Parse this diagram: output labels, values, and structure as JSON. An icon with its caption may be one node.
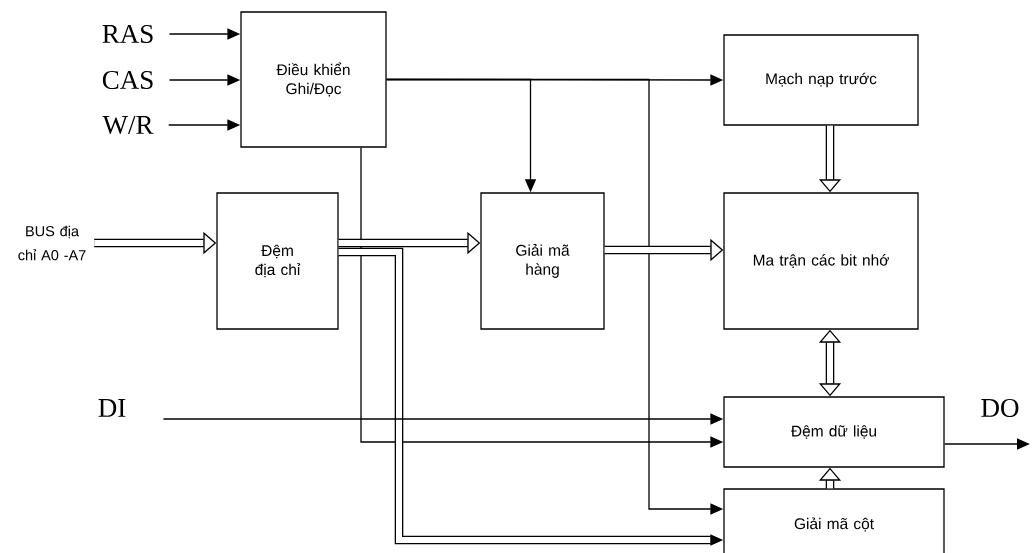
{
  "diagram": {
    "nodes": [
      {
        "text": [
          "RAS"
        ]
      },
      {
        "text": [
          "CAS"
        ]
      },
      {
        "text": [
          "W/R"
        ]
      },
      {
        "text": [
          "Điều khiển Ghi/Đọc"
        ]
      },
      {
        "text": [
          "BUS địa chỉ A0 -A7"
        ]
      },
      {
        "text": [
          "Đệm địa chỉ"
        ]
      },
      {
        "text": [
          "Giải mã hàng"
        ]
      },
      {
        "text": [
          "Mạch nạp trước"
        ]
      },
      {
        "text": [
          "Ma trận các bit nhớ"
        ]
      },
      {
        "text": [
          "Đệm dữ liệu"
        ]
      },
      {
        "text": [
          "Giải mã cột"
        ]
      },
      {
        "text": [
          "DI"
        ]
      },
      {
        "text": [
          "DO"
        ]
      }
    ],
    "edges": [
      {
        "from": 0,
        "to": 3,
        "arrow": "to"
      },
      {
        "from": 1,
        "to": 3,
        "arrow": "to"
      },
      {
        "from": 2,
        "to": 3,
        "arrow": "to"
      },
      {
        "from": 3,
        "to": 7,
        "arrow": "to"
      },
      {
        "from": 3,
        "to": 6,
        "arrow": "to"
      },
      {
        "from": 3,
        "to": 10,
        "arrow": "to"
      },
      {
        "from": 3,
        "to": 9,
        "arrow": "to"
      },
      {
        "from": 4,
        "to": 5,
        "arrow": "to",
        "style": "thick"
      },
      {
        "from": 5,
        "to": 6,
        "arrow": "to",
        "style": "thick"
      },
      {
        "from": 5,
        "to": 10,
        "arrow": "to",
        "style": "thick"
      },
      {
        "from": 6,
        "to": 8,
        "arrow": "to",
        "style": "thick"
      },
      {
        "from": 7,
        "to": 8,
        "arrow": "to",
        "style": "thick"
      },
      {
        "from": 8,
        "to": 9,
        "arrow": "both",
        "style": "thick"
      },
      {
        "from": 10,
        "to": 9,
        "arrow": "to",
        "style": "thick"
      },
      {
        "from": 11,
        "to": 9,
        "arrow": "to"
      },
      {
        "from": 9,
        "to": 12,
        "arrow": "to"
      }
    ]
  }
}
